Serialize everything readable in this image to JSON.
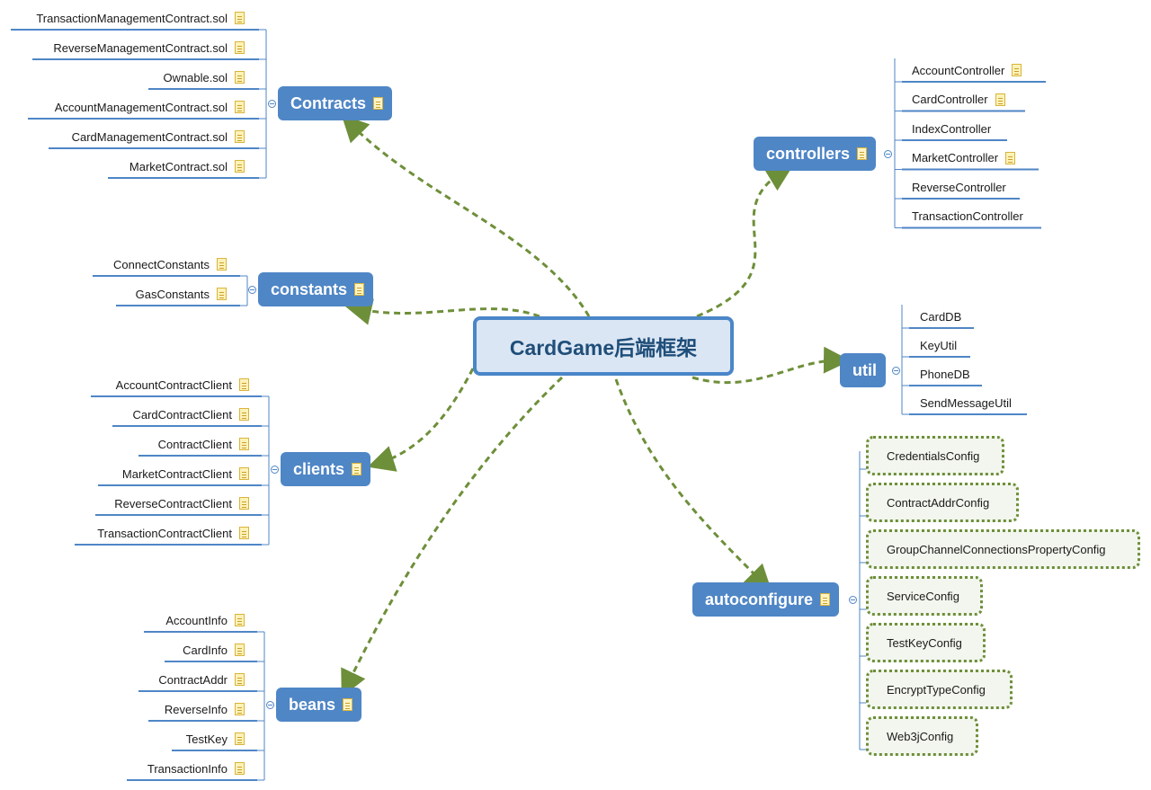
{
  "root": {
    "title": "CardGame后端框架"
  },
  "topics": [
    {
      "key": "contracts",
      "label": "Contracts",
      "children": [
        "TransactionManagementContract.sol",
        "ReverseManagementContract.sol",
        "Ownable.sol",
        "AccountManagementContract.sol",
        "CardManagementContract.sol",
        "MarketContract.sol"
      ]
    },
    {
      "key": "constants",
      "label": "constants",
      "children": [
        "ConnectConstants",
        "GasConstants"
      ]
    },
    {
      "key": "clients",
      "label": "clients",
      "children": [
        "AccountContractClient",
        "CardContractClient",
        "ContractClient",
        "MarketContractClient",
        "ReverseContractClient",
        "TransactionContractClient"
      ]
    },
    {
      "key": "beans",
      "label": "beans",
      "children": [
        "AccountInfo",
        "CardInfo",
        "ContractAddr",
        "ReverseInfo",
        "TestKey",
        "TransactionInfo"
      ]
    },
    {
      "key": "controllers",
      "label": "controllers",
      "children": [
        "AccountController",
        "CardController",
        "IndexController",
        "MarketController",
        "ReverseController",
        "TransactionController"
      ]
    },
    {
      "key": "util",
      "label": "util",
      "children": [
        "CardDB",
        "KeyUtil",
        "PhoneDB",
        "SendMessageUtil"
      ]
    },
    {
      "key": "autoconfigure",
      "label": "autoconfigure",
      "children": [
        "CredentialsConfig",
        "ContractAddrConfig",
        "GroupChannelConnectionsPropertyConfig",
        "ServiceConfig",
        "TestKeyConfig",
        "EncryptTypeConfig",
        "Web3jConfig"
      ]
    }
  ],
  "colors": {
    "topic": "#4f86c6",
    "root_border": "#4a86c8",
    "root_fill": "#dbe6f4",
    "link": "#6e8f3a",
    "leaf_line": "#4f86c6"
  }
}
